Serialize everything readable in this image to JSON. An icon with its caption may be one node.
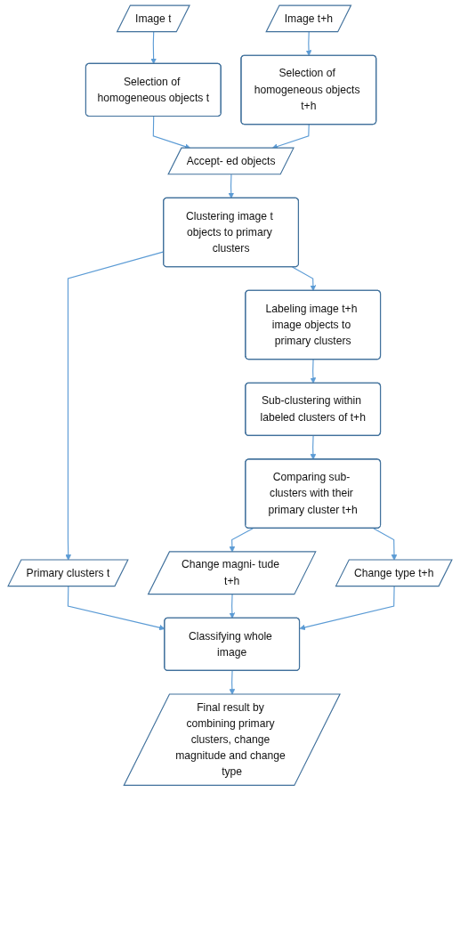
{
  "diagram": {
    "nodes": [
      {
        "text": [
          "Image t"
        ]
      },
      {
        "text": [
          "Image t+h"
        ]
      },
      {
        "text": [
          "Selection of homogeneous objects t"
        ]
      },
      {
        "text": [
          "Selection of homogeneous objects t+h"
        ]
      },
      {
        "text": [
          "Accept- ed objects"
        ]
      },
      {
        "text": [
          "Clustering image t objects to primary clusters"
        ]
      },
      {
        "text": [
          "Labeling image t+h image objects to primary clusters"
        ]
      },
      {
        "text": [
          "Sub-clustering within labeled clusters of t+h"
        ]
      },
      {
        "text": [
          "Comparing sub- clusters with their primary cluster t+h"
        ]
      },
      {
        "text": [
          "Primary clusters t"
        ]
      },
      {
        "text": [
          "Change magni- tude t+h"
        ]
      },
      {
        "text": [
          "Change type t+h"
        ]
      },
      {
        "text": [
          "Classifying whole image"
        ]
      },
      {
        "text": [
          "Final result by combining primary clusters, change magnitude and change type"
        ]
      }
    ],
    "edges": [
      {
        "from": 0,
        "to": 2,
        "arrow": "to"
      },
      {
        "from": 1,
        "to": 3,
        "arrow": "to"
      },
      {
        "from": 2,
        "to": 4,
        "arrow": "to"
      },
      {
        "from": 3,
        "to": 4,
        "arrow": "to"
      },
      {
        "from": 4,
        "to": 5,
        "arrow": "to"
      },
      {
        "from": 5,
        "to": 6,
        "arrow": "to"
      },
      {
        "from": 5,
        "to": 9,
        "arrow": "to"
      },
      {
        "from": 6,
        "to": 7,
        "arrow": "to"
      },
      {
        "from": 7,
        "to": 8,
        "arrow": "to"
      },
      {
        "from": 8,
        "to": 10,
        "arrow": "to"
      },
      {
        "from": 8,
        "to": 11,
        "arrow": "to"
      },
      {
        "from": 9,
        "to": 12,
        "arrow": "to"
      },
      {
        "from": 10,
        "to": 12,
        "arrow": "to"
      },
      {
        "from": 11,
        "to": 12,
        "arrow": "to"
      },
      {
        "from": 12,
        "to": 13,
        "arrow": "to"
      }
    ]
  }
}
